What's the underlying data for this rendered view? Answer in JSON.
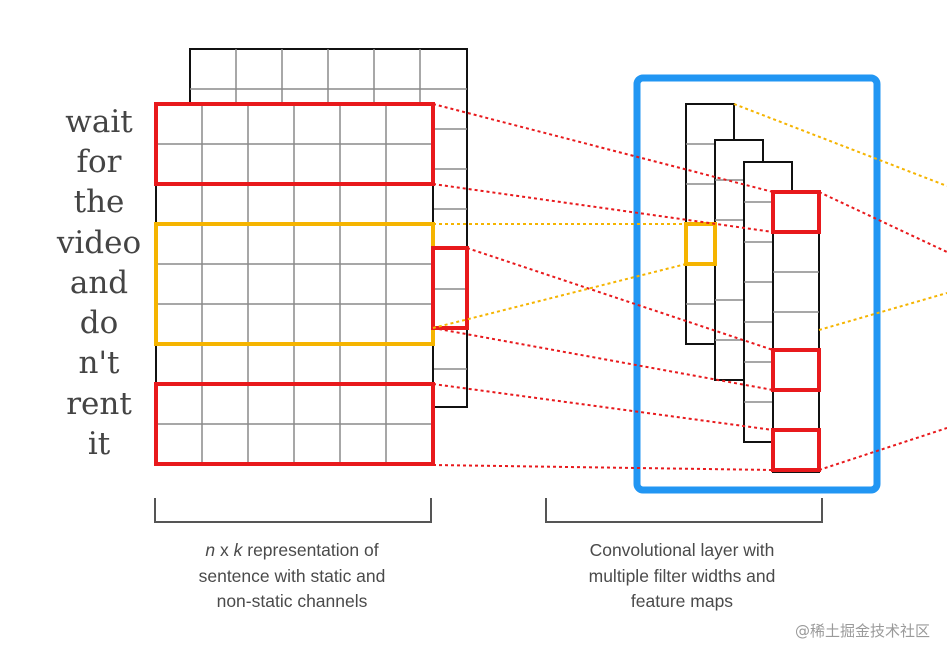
{
  "words": [
    "wait",
    "for",
    "the",
    "video",
    "and",
    "do",
    "n't",
    "rent",
    "it"
  ],
  "captions": {
    "left": {
      "line1_var_n": "n",
      "line1_x": " x ",
      "line1_var_k": "k",
      "line1_rest": " representation of",
      "line2": "sentence with static and",
      "line3": "non-static channels"
    },
    "right": {
      "line1": "Convolutional layer with",
      "line2": "multiple filter widths and",
      "line3": "feature maps"
    }
  },
  "watermark": "@稀土掘金技术社区",
  "colors": {
    "red": "#e8191c",
    "yellow": "#f5b400",
    "blue": "#2196f3",
    "grid": "#8a8a8a",
    "outline": "#111111",
    "bracket": "#555555"
  }
}
